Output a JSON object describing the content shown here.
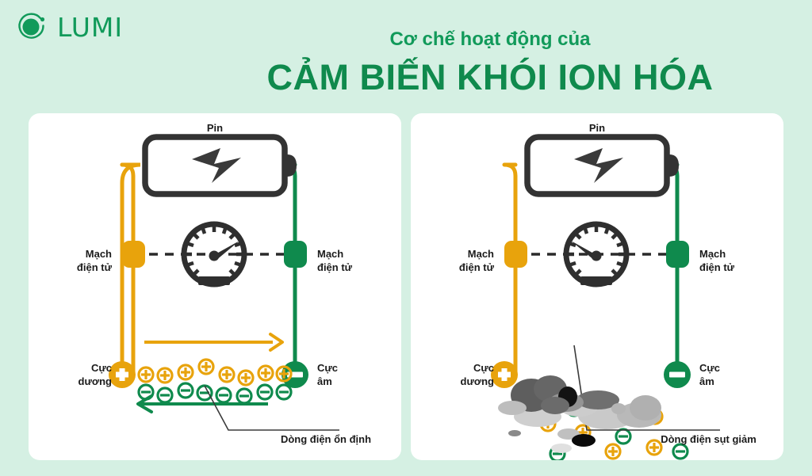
{
  "brand": {
    "name": "LUMI",
    "logo_icon": "lumi-circle-icon",
    "color": "#119a5a"
  },
  "header": {
    "subtitle": "Cơ chế hoạt động của",
    "title": "CẢM BIẾN KHÓI ION HÓA",
    "subtitle_color": "#119a5a",
    "title_color": "#0f8a4d"
  },
  "colors": {
    "background": "#d5f0e3",
    "card": "#ffffff",
    "orange": "#e8a30c",
    "green": "#0f8a4d",
    "dark": "#333333",
    "smoke_dark": "#5e5e5e",
    "smoke_mid": "#9e9e9e",
    "smoke_light": "#d0d0d0",
    "smoke_black": "#111111"
  },
  "panels": [
    {
      "id": "normal-state",
      "battery_label": "Pin",
      "battery_icon": "battery-bolt-icon",
      "gauge_icon": "gauge-high-icon",
      "gauge_state": "high",
      "left_terminal_label": "Mạch\nđiện tử",
      "right_terminal_label": "Mạch\nđiện tử",
      "anode_label": "Cực\ndương",
      "cathode_label": "Cực\nâm",
      "anode_icon": "plus-electrode-icon",
      "cathode_icon": "minus-electrode-icon",
      "current_label": "Dòng điện ổn định",
      "positive_ion_count": 8,
      "negative_ion_count": 8,
      "arrow_top_direction": "right",
      "arrow_bottom_direction": "left",
      "has_smoke": false
    },
    {
      "id": "smoke-state",
      "battery_label": "Pin",
      "battery_icon": "battery-bolt-icon",
      "gauge_icon": "gauge-low-icon",
      "gauge_state": "low",
      "left_terminal_label": "Mạch\nđiện tử",
      "right_terminal_label": "Mạch\nđiện tử",
      "anode_label": "Cực\ndương",
      "cathode_label": "Cực\nâm",
      "anode_icon": "plus-electrode-icon",
      "cathode_icon": "minus-electrode-icon",
      "current_label": "Dòng điện sụt giảm",
      "positive_ion_count": 5,
      "negative_ion_count": 5,
      "has_smoke": true,
      "smoke_icon": "smoke-cloud-icon"
    }
  ]
}
